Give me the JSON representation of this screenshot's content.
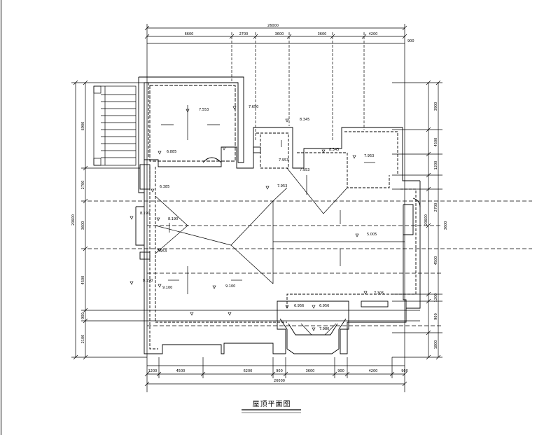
{
  "drawing": {
    "title": "屋顶平面图",
    "top_dims": {
      "overall": "26000",
      "segments": [
        "6600",
        "2700",
        "3600",
        "3600",
        "4200"
      ],
      "offset": "900"
    },
    "bottom_dims": {
      "overall": "26000",
      "segments": [
        "1200",
        "4500",
        "6200",
        "900",
        "3600",
        "900",
        "4200"
      ],
      "offset": "900"
    },
    "left_dims": {
      "overall": "20600",
      "segments": [
        "6900",
        "2700",
        "3600",
        "4500",
        "900",
        "2100"
      ]
    },
    "right_dims": {
      "overall": "20600",
      "segments": [
        "3900",
        "4500",
        "1200",
        "2700",
        "4500",
        "1200",
        "900",
        "1800"
      ],
      "extra": "3600"
    },
    "levels": [
      "7.553",
      "7.650",
      "8.345",
      "6.885",
      "8.345",
      "7.953",
      "7.953",
      "7.953",
      "6.385",
      "7.953",
      "8.190",
      "8.190",
      "7.953",
      "8.190",
      "9.100",
      "9.100",
      "5.005",
      "7.305",
      "6.956",
      "6.956",
      "7.980"
    ]
  }
}
